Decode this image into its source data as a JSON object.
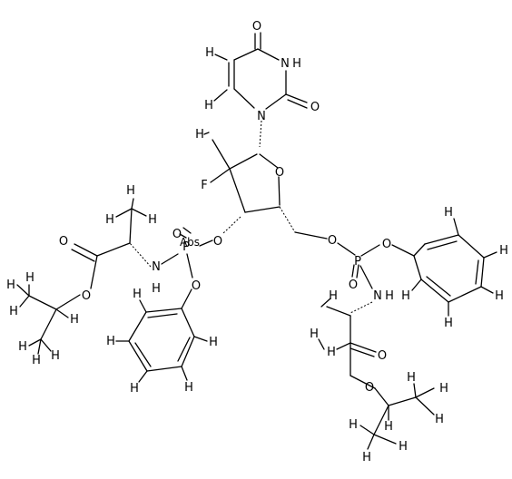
{
  "atoms": {
    "o_uracil_top": "O",
    "nh_uracil": "N",
    "nh_uracil_h": "H",
    "o_uracil_right": "O",
    "n1_uracil": "N",
    "h_c5": "H",
    "h_c6": "H",
    "h_methyl": "H",
    "f": "F",
    "o_ring": "O",
    "o_3prime": "O",
    "p_left": "P",
    "o_p_left_double": "O",
    "o_p_left_phenoxy": "O",
    "nh_left": "N",
    "nh_left_h": "H",
    "o_ester_left_double": "O",
    "o_ester_left_single": "O",
    "o_5prime": "O",
    "p_right": "P",
    "o_p_right_double": "O",
    "o_p_right_phenoxy": "O",
    "nh_right": "N",
    "nh_right_h": "H",
    "o_ester_right_double": "O",
    "o_ester_right_single": "O",
    "h_alpha_left_1": "H",
    "h_alpha_left_2": "H",
    "h_alpha_left_3": "H",
    "h_ipr_left_1": "H",
    "h_ipr_left_2": "H",
    "h_ipr_left_3": "H",
    "h_ipr_left_4": "H",
    "h_ipr_left_5": "H",
    "h_ipr_left_6": "H",
    "h_ipr_left_7": "H",
    "h_ph_left_1": "H",
    "h_ph_left_2": "H",
    "h_ph_left_3": "H",
    "h_ph_left_4": "H",
    "h_ph_left_5": "H",
    "h_ph_right_1": "H",
    "h_ph_right_2": "H",
    "h_ph_right_3": "H",
    "h_ph_right_4": "H",
    "h_ph_right_5": "H",
    "h_alpha_right_1": "H",
    "h_alpha_right_2": "H",
    "h_alpha_right_3": "H",
    "h_ipr_right_1": "H",
    "h_ipr_right_2": "H",
    "h_ipr_right_3": "H",
    "h_ipr_right_4": "H",
    "h_ipr_right_5": "H",
    "h_ipr_right_6": "H",
    "h_ipr_right_7": "H",
    "abs_label": "Abs"
  }
}
